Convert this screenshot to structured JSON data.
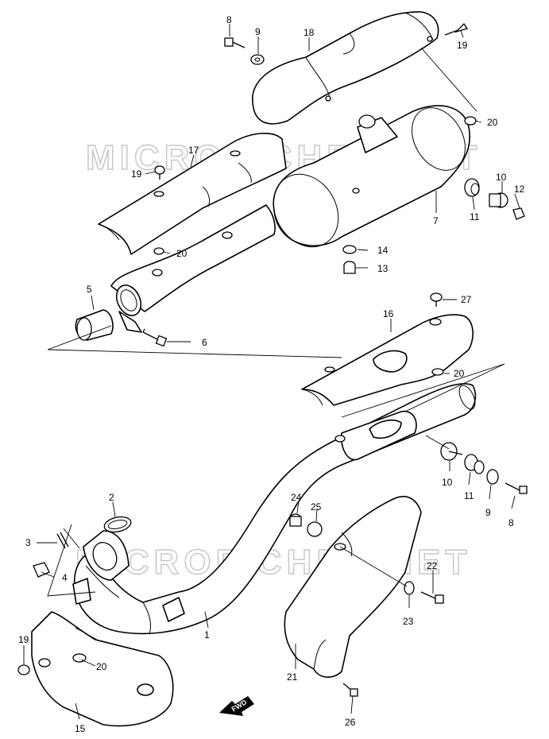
{
  "watermark": {
    "upper": "MICROFICHES.NET",
    "lower": "MICROFICHES.NET",
    "color": "#c8c8c8"
  },
  "direction_badge": {
    "label": "FWD",
    "icon": "arrow-left-icon"
  },
  "callouts": [
    {
      "id": "c8a",
      "label": "8"
    },
    {
      "id": "c9a",
      "label": "9"
    },
    {
      "id": "c18",
      "label": "18"
    },
    {
      "id": "c19a",
      "label": "19"
    },
    {
      "id": "c20a",
      "label": "20"
    },
    {
      "id": "c17",
      "label": "17"
    },
    {
      "id": "c19b",
      "label": "19"
    },
    {
      "id": "c10a",
      "label": "10"
    },
    {
      "id": "c12",
      "label": "12"
    },
    {
      "id": "c11a",
      "label": "11"
    },
    {
      "id": "c7",
      "label": "7"
    },
    {
      "id": "c14",
      "label": "14"
    },
    {
      "id": "c20b",
      "label": "20"
    },
    {
      "id": "c13",
      "label": "13"
    },
    {
      "id": "c5",
      "label": "5"
    },
    {
      "id": "c27",
      "label": "27"
    },
    {
      "id": "c6",
      "label": "6"
    },
    {
      "id": "c16",
      "label": "16"
    },
    {
      "id": "c20c",
      "label": "20"
    },
    {
      "id": "c10b",
      "label": "10"
    },
    {
      "id": "c11b",
      "label": "11"
    },
    {
      "id": "c9b",
      "label": "9"
    },
    {
      "id": "c8b",
      "label": "8"
    },
    {
      "id": "c2",
      "label": "2"
    },
    {
      "id": "c24",
      "label": "24"
    },
    {
      "id": "c25",
      "label": "25"
    },
    {
      "id": "c3",
      "label": "3"
    },
    {
      "id": "c4",
      "label": "4"
    },
    {
      "id": "c22",
      "label": "22"
    },
    {
      "id": "c23",
      "label": "23"
    },
    {
      "id": "c1",
      "label": "1"
    },
    {
      "id": "c19c",
      "label": "19"
    },
    {
      "id": "c20d",
      "label": "20"
    },
    {
      "id": "c21",
      "label": "21"
    },
    {
      "id": "c26",
      "label": "26"
    },
    {
      "id": "c15",
      "label": "15"
    }
  ]
}
